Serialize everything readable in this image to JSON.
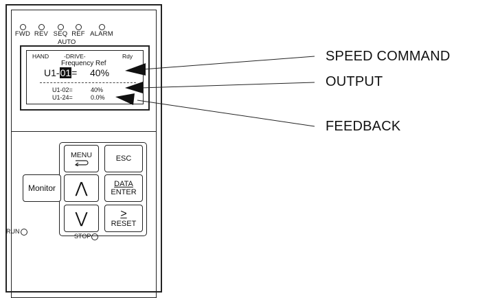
{
  "leds": {
    "fwd": "FWD",
    "rev": "REV",
    "seq": "SEQ",
    "ref": "REF",
    "alarm": "ALARM",
    "auto": "AUTO"
  },
  "lcd": {
    "mode": "HAND",
    "drive": "-DRIVE-",
    "status": "Rdy",
    "title": "Frequency Ref",
    "main_prefix": "U1-",
    "main_highlight": "01",
    "main_eq": "=",
    "main_value": "40%",
    "line2": "U1-02=",
    "line2_value": "40%",
    "line3": "U1-24=",
    "line3_value": "0.0%"
  },
  "keys": {
    "menu": "MENU",
    "esc": "ESC",
    "monitor": "Monitor",
    "up": "⋀",
    "data": "DATA",
    "enter": "ENTER",
    "down": "⋁",
    "right": ">",
    "reset": "RESET",
    "stop": "STOP"
  },
  "run_label": "RUN",
  "callouts": {
    "speed_command": "SPEED COMMAND",
    "output": "OUTPUT",
    "feedback": "FEEDBACK"
  }
}
